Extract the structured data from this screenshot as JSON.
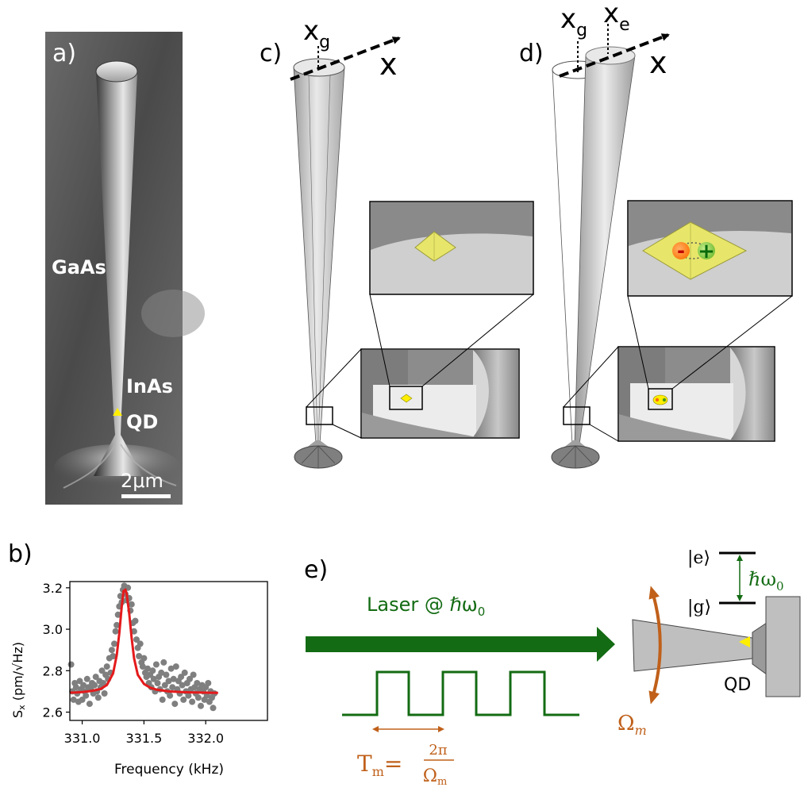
{
  "panels": {
    "a": {
      "label": "a)",
      "materials": {
        "top": "GaAs",
        "dot_line1": "InAs",
        "dot_line2": "QD"
      },
      "scale_bar": "2μm",
      "colors": {
        "marker": "#ffee00"
      }
    },
    "b": {
      "label": "b)"
    },
    "c": {
      "label": "c)",
      "axis": "x",
      "position": {
        "main": "x",
        "sub": "g"
      }
    },
    "d": {
      "label": "d)",
      "axis": "x",
      "position_g": {
        "main": "x",
        "sub": "g"
      },
      "position_e": {
        "main": "x",
        "sub": "e"
      },
      "minus": "-",
      "plus": "+",
      "colors": {
        "minus": "#ff8a1e",
        "plus": "#8fd14f"
      }
    },
    "e": {
      "label": "e)",
      "laser_label": "Laser @ ℏω",
      "laser_sub": "0",
      "state_e": "|e⟩",
      "state_g": "|g⟩",
      "transition": "ℏω",
      "transition_sub": "0",
      "period": {
        "T": "T",
        "T_sub": "m",
        "eq": "=",
        "num": "2π",
        "den": "Ω",
        "den_sub": "m"
      },
      "omega": "Ω",
      "omega_sub": "m",
      "qd_label": "QD",
      "colors": {
        "laser": "#136b13",
        "mechanical": "#c0601a",
        "level": "#000000",
        "marker": "#ffee00"
      }
    }
  },
  "chart_data": {
    "type": "scatter",
    "ylabel": "S",
    "ylabel_sub": "x",
    "ylabel_unit": "(pm/√Hz)",
    "xlabel": "Frequency (kHz)",
    "xlim": [
      330.9,
      332.5
    ],
    "ylim": [
      2.56,
      3.23
    ],
    "xticks": [
      331.0,
      331.5,
      332.0
    ],
    "xtick_labels": [
      "331.0",
      "331.5",
      "332.0"
    ],
    "yticks": [
      2.6,
      2.8,
      3.0,
      3.2
    ],
    "ytick_labels": [
      "2.6",
      "2.8",
      "3.0",
      "3.2"
    ],
    "colors": {
      "points": "#7f7f7f",
      "fit": "#e41a1c"
    },
    "series": [
      {
        "type": "scatter",
        "points": [
          [
            330.91,
            2.83
          ],
          [
            330.92,
            2.7
          ],
          [
            330.93,
            2.66
          ],
          [
            330.94,
            2.74
          ],
          [
            330.95,
            2.72
          ],
          [
            330.96,
            2.69
          ],
          [
            330.97,
            2.65
          ],
          [
            330.98,
            2.75
          ],
          [
            330.99,
            2.71
          ],
          [
            331.0,
            2.66
          ],
          [
            331.01,
            2.73
          ],
          [
            331.02,
            2.7
          ],
          [
            331.03,
            2.68
          ],
          [
            331.04,
            2.76
          ],
          [
            331.05,
            2.72
          ],
          [
            331.06,
            2.64
          ],
          [
            331.07,
            2.71
          ],
          [
            331.08,
            2.74
          ],
          [
            331.09,
            2.69
          ],
          [
            331.1,
            2.73
          ],
          [
            331.11,
            2.77
          ],
          [
            331.12,
            2.7
          ],
          [
            331.13,
            2.67
          ],
          [
            331.14,
            2.75
          ],
          [
            331.15,
            2.72
          ],
          [
            331.16,
            2.8
          ],
          [
            331.17,
            2.74
          ],
          [
            331.18,
            2.69
          ],
          [
            331.19,
            2.78
          ],
          [
            331.2,
            2.82
          ],
          [
            331.21,
            2.76
          ],
          [
            331.22,
            2.86
          ],
          [
            331.23,
            2.79
          ],
          [
            331.24,
            2.9
          ],
          [
            331.25,
            2.87
          ],
          [
            331.26,
            2.93
          ],
          [
            331.27,
            2.99
          ],
          [
            331.28,
            3.02
          ],
          [
            331.29,
            3.07
          ],
          [
            331.3,
            3.11
          ],
          [
            331.31,
            3.16
          ],
          [
            331.32,
            3.13
          ],
          [
            331.33,
            3.19
          ],
          [
            331.34,
            3.21
          ],
          [
            331.35,
            3.17
          ],
          [
            331.36,
            3.14
          ],
          [
            331.37,
            3.2
          ],
          [
            331.38,
            3.15
          ],
          [
            331.39,
            3.09
          ],
          [
            331.4,
            3.12
          ],
          [
            331.41,
            3.03
          ],
          [
            331.42,
            2.99
          ],
          [
            331.43,
            3.04
          ],
          [
            331.44,
            2.95
          ],
          [
            331.45,
            2.91
          ],
          [
            331.46,
            2.87
          ],
          [
            331.47,
            2.93
          ],
          [
            331.48,
            2.84
          ],
          [
            331.49,
            2.82
          ],
          [
            331.5,
            2.86
          ],
          [
            331.51,
            2.79
          ],
          [
            331.52,
            2.77
          ],
          [
            331.53,
            2.81
          ],
          [
            331.54,
            2.74
          ],
          [
            331.55,
            2.78
          ],
          [
            331.56,
            2.72
          ],
          [
            331.57,
            2.8
          ],
          [
            331.58,
            2.76
          ],
          [
            331.59,
            2.7
          ],
          [
            331.6,
            2.83
          ],
          [
            331.61,
            2.74
          ],
          [
            331.62,
            2.77
          ],
          [
            331.63,
            2.71
          ],
          [
            331.64,
            2.79
          ],
          [
            331.65,
            2.66
          ],
          [
            331.66,
            2.84
          ],
          [
            331.67,
            2.73
          ],
          [
            331.68,
            2.78
          ],
          [
            331.69,
            2.7
          ],
          [
            331.7,
            2.75
          ],
          [
            331.71,
            2.68
          ],
          [
            331.72,
            2.81
          ],
          [
            331.73,
            2.72
          ],
          [
            331.74,
            2.76
          ],
          [
            331.75,
            2.64
          ],
          [
            331.76,
            2.82
          ],
          [
            331.77,
            2.71
          ],
          [
            331.78,
            2.75
          ],
          [
            331.79,
            2.69
          ],
          [
            331.8,
            2.77
          ],
          [
            331.81,
            2.73
          ],
          [
            331.82,
            2.66
          ],
          [
            331.83,
            2.79
          ],
          [
            331.84,
            2.7
          ],
          [
            331.85,
            2.74
          ],
          [
            331.86,
            2.68
          ],
          [
            331.87,
            2.76
          ],
          [
            331.88,
            2.71
          ],
          [
            331.89,
            2.65
          ],
          [
            331.9,
            2.78
          ],
          [
            331.91,
            2.72
          ],
          [
            331.92,
            2.69
          ],
          [
            331.93,
            2.74
          ],
          [
            331.94,
            2.67
          ],
          [
            331.95,
            2.71
          ],
          [
            331.96,
            2.63
          ],
          [
            331.97,
            2.73
          ],
          [
            331.98,
            2.7
          ],
          [
            331.99,
            2.66
          ],
          [
            332.0,
            2.72
          ],
          [
            332.01,
            2.68
          ],
          [
            332.02,
            2.74
          ],
          [
            332.03,
            2.65
          ],
          [
            332.04,
            2.7
          ],
          [
            332.05,
            2.67
          ],
          [
            332.06,
            2.62
          ],
          [
            332.07,
            2.69
          ]
        ]
      },
      {
        "type": "line",
        "points": [
          [
            330.9,
            2.694
          ],
          [
            330.95,
            2.695
          ],
          [
            331.0,
            2.697
          ],
          [
            331.05,
            2.7
          ],
          [
            331.1,
            2.705
          ],
          [
            331.15,
            2.712
          ],
          [
            331.2,
            2.731
          ],
          [
            331.25,
            2.787
          ],
          [
            331.28,
            2.875
          ],
          [
            331.3,
            2.98
          ],
          [
            331.32,
            3.11
          ],
          [
            331.335,
            3.185
          ],
          [
            331.35,
            3.19
          ],
          [
            331.36,
            3.17
          ],
          [
            331.38,
            3.08
          ],
          [
            331.4,
            2.96
          ],
          [
            331.42,
            2.86
          ],
          [
            331.45,
            2.78
          ],
          [
            331.5,
            2.736
          ],
          [
            331.55,
            2.718
          ],
          [
            331.6,
            2.709
          ],
          [
            331.7,
            2.7
          ],
          [
            331.8,
            2.697
          ],
          [
            331.9,
            2.695
          ],
          [
            332.0,
            2.694
          ],
          [
            332.1,
            2.693
          ]
        ]
      }
    ]
  }
}
